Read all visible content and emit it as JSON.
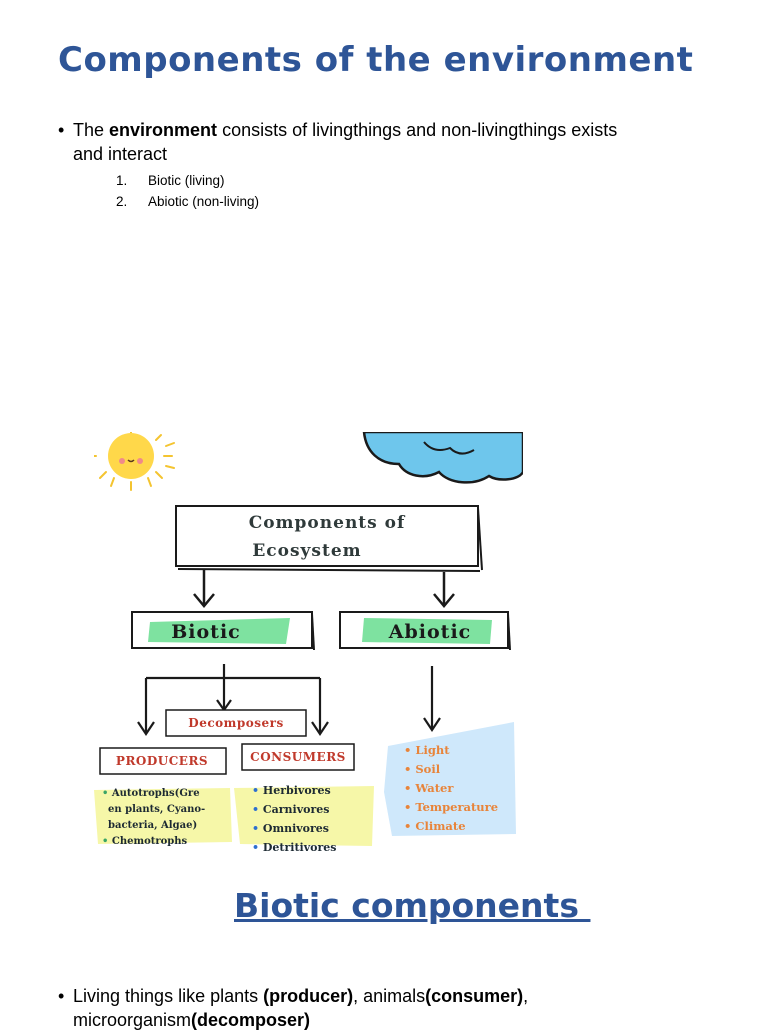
{
  "slide": {
    "title": "Components of the environment",
    "intro": {
      "bullet": "•",
      "prefix": "The ",
      "bold": "environment",
      "rest_line1": " consists of livingthings and non-livingthings exists",
      "rest_line2": "and interact"
    },
    "types": [
      {
        "num": "1.",
        "text": "Biotic (living)"
      },
      {
        "num": "2.",
        "text": "Abiotic (non-living)"
      }
    ],
    "section_title": "Biotic components ",
    "biotic_para": {
      "bullet": "•",
      "t1": "Living things like plants ",
      "b1": "(producer)",
      "t2": ", animals",
      "b2": "(consumer)",
      "t3": ",",
      "t4": "microorganism",
      "b3": "(decomposer)"
    }
  },
  "diagram": {
    "title_line1": "Components of",
    "title_line2": "Ecosystem",
    "biotic": "Biotic",
    "abiotic": "Abiotic",
    "decomposers": "Decomposers",
    "producers": "PRODUCERS",
    "consumers": "CONSUMERS",
    "producer_items": [
      "Autotrophs(Gre",
      "en plants, Cyano-",
      "bacteria, Algae)",
      "Chemotrophs"
    ],
    "consumer_items": [
      "Herbivores",
      "Carnivores",
      "Omnivores",
      "Detritivores"
    ],
    "abiotic_items": [
      "Light",
      "Soil",
      "Water",
      "Temperature",
      "Climate"
    ],
    "bullet": "•",
    "colors": {
      "title_blue": "#2e5597",
      "highlight_green": "#7ee2a0",
      "highlight_yellow": "#f6f7a8",
      "highlight_blue": "#cfe8fb",
      "sun": "#ffd84a",
      "cloud": "#6ec6ec",
      "red_text": "#c0392b",
      "orange_text": "#e8843a"
    },
    "icons": [
      "sun-icon",
      "cloud-icon",
      "arrow-down-icon"
    ]
  }
}
